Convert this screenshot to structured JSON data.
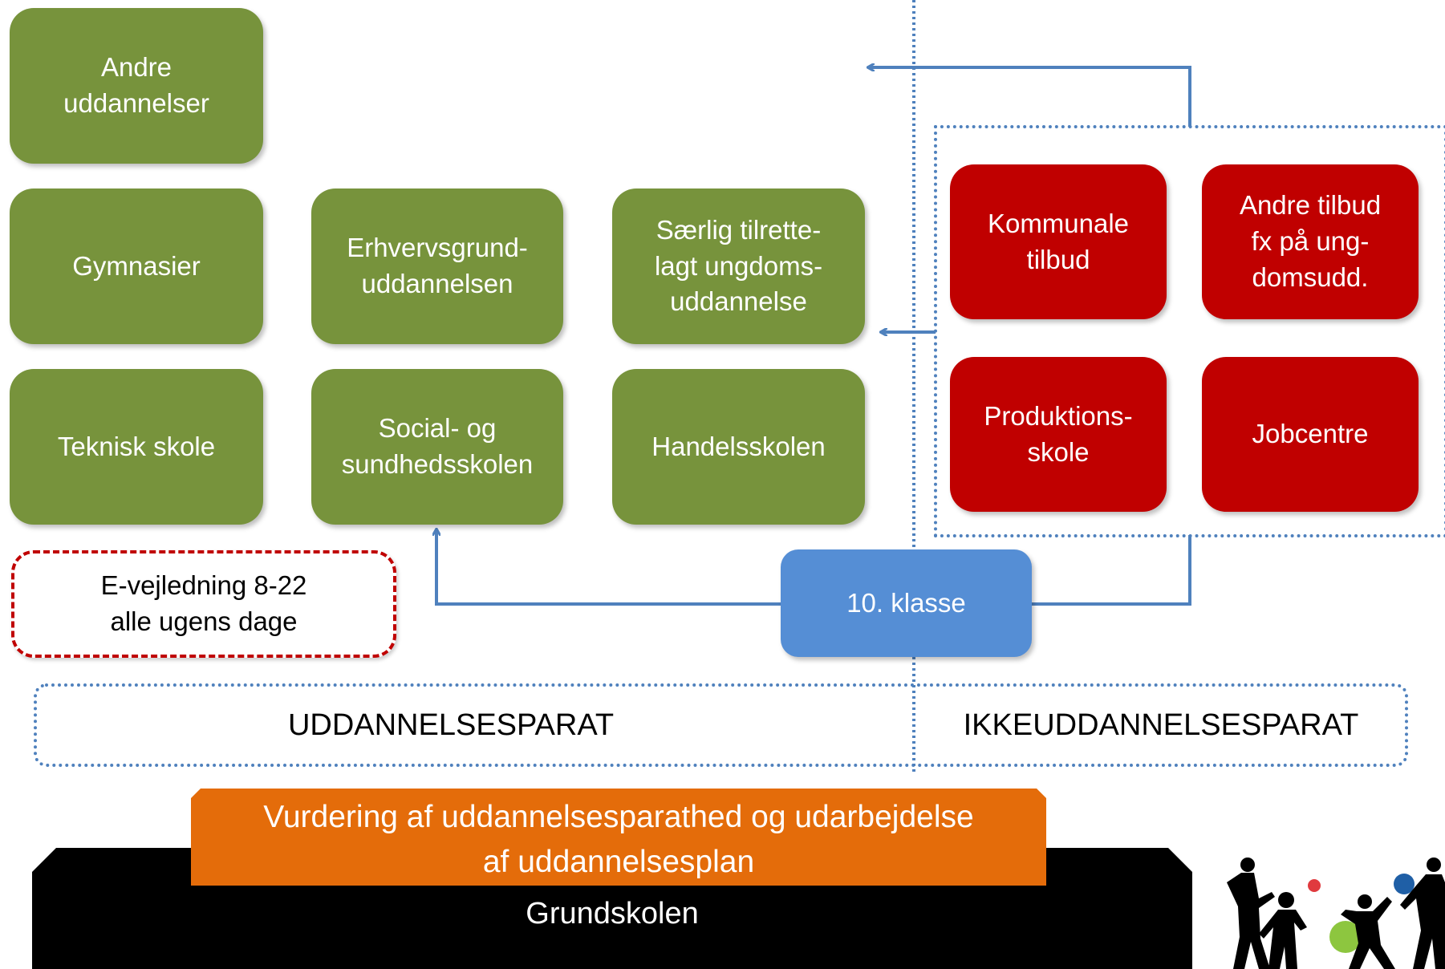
{
  "nodes": {
    "andre_uddannelser": "Andre\nuddannelser",
    "gymnasier": "Gymnasier",
    "erhvervsgrund": "Erhvervsgrund-\nuddannelsen",
    "saerlig": "Særlig tilrette-\nlagt ungdoms-\nuddannelse",
    "teknisk": "Teknisk skole",
    "social_sundhed": "Social- og\nsundhedsskolen",
    "handelsskolen": "Handelsskolen",
    "kommunale": "Kommunale\ntilbud",
    "andre_tilbud": "Andre tilbud\nfx på ung-\ndomsudd.",
    "produktionsskole": "Produktions-\nskole",
    "jobcentre": "Jobcentre",
    "tiende_klasse": "10. klasse"
  },
  "callout": {
    "text": "E-vejledning 8-22\nalle ugens dage"
  },
  "band": {
    "left_label": "UDDANNELSESPARAT",
    "right_label": "IKKEUDDANNELSESPARAT"
  },
  "assessment": {
    "text": "Vurdering af uddannelsesparathed og udarbejdelse\naf uddannelsesplan"
  },
  "school": {
    "text": "Grundskolen"
  },
  "colors": {
    "green": "#77933c",
    "red": "#c00000",
    "blue": "#558ed5",
    "orange": "#e46c0a",
    "black": "#000000",
    "connector": "#4f81bd",
    "callout_border": "#c00000"
  },
  "logo": {
    "icon": "dancing-people-logo-icon"
  }
}
